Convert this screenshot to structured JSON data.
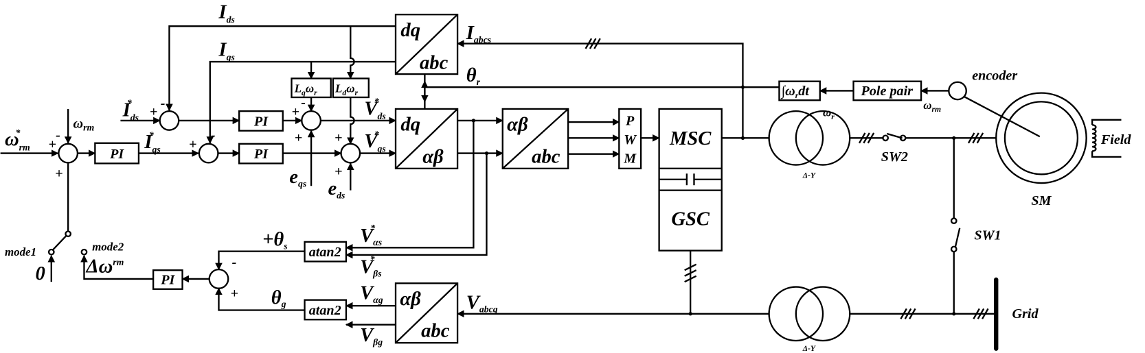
{
  "colors": {
    "line": "#000000",
    "background": "#ffffff"
  },
  "blocks": {
    "pi": "PI",
    "lq_wr": {
      "main": "L",
      "sub": "q",
      "main2": "ω",
      "sub2": "r"
    },
    "ld_wr": {
      "main": "L",
      "sub": "d",
      "main2": "ω",
      "sub2": "r"
    },
    "dq_abc": {
      "top": "dq",
      "bottom": "abc"
    },
    "dq_ab": {
      "top": "dq",
      "bottom": "αβ"
    },
    "ab_abc": {
      "top": "αβ",
      "bottom": "abc"
    },
    "pwm": [
      "P",
      "W",
      "M"
    ],
    "msc": "MSC",
    "gsc": "GSC",
    "atan2": "atan2",
    "integrator": {
      "pre": "∫ω",
      "sub": "r",
      "post": "dt"
    },
    "pole_pair": "Pole pair",
    "encoder": "encoder",
    "sm": "SM",
    "field": "Field",
    "grid": "Grid",
    "sw1": "SW1",
    "sw2": "SW2",
    "transformer": "Δ-Y",
    "mode1": "mode1",
    "mode2": "mode2",
    "zero": "0"
  },
  "signals": {
    "w_rm_ref": {
      "main": "ω",
      "sub": "rm",
      "sup": "*"
    },
    "w_rm": {
      "main": "ω",
      "sub": "rm"
    },
    "iqs_ref": {
      "main": "I",
      "sub": "qs",
      "sup": "*"
    },
    "ids_ref": {
      "main": "I",
      "sub": "ds",
      "sup": "*"
    },
    "ids": {
      "main": "I",
      "sub": "ds"
    },
    "iqs": {
      "main": "I",
      "sub": "qs"
    },
    "vds_ref": {
      "main": "V",
      "sub": "ds",
      "sup": "*"
    },
    "vqs_ref": {
      "main": "V",
      "sub": "qs",
      "sup": "*"
    },
    "eqs": {
      "main": "e",
      "sub": "qs"
    },
    "eds": {
      "main": "e",
      "sub": "ds"
    },
    "iabcs": {
      "main": "I",
      "sub": "abcs"
    },
    "theta_r": {
      "main": "θ",
      "sub": "r"
    },
    "w_r": {
      "main": "ω",
      "sub": "r"
    },
    "w_rm2": {
      "main": "ω",
      "sub": "rm"
    },
    "v_alpha_s": {
      "main": "V",
      "sub": "αs",
      "sup": "*"
    },
    "v_beta_s": {
      "main": "V",
      "sub": "βs",
      "sup": "*"
    },
    "theta_s": {
      "main": "+θ",
      "sub": "s"
    },
    "theta_g": {
      "main": "θ",
      "sub": "g"
    },
    "v_alpha_g": {
      "main": "V",
      "sub": "αg"
    },
    "v_beta_g": {
      "main": "V",
      "sub": "βg"
    },
    "v_abcg": {
      "main": "V",
      "sub": "abcg"
    },
    "delta_w_rm": {
      "main": "Δω",
      "sup": "rm"
    }
  },
  "signs": {
    "plus": "+",
    "minus": "-"
  }
}
